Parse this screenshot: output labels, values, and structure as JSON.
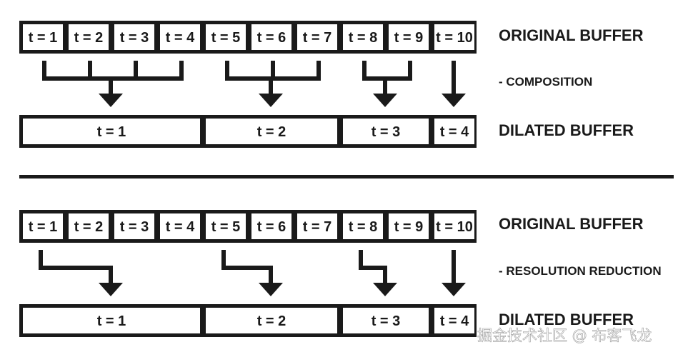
{
  "colors": {
    "ink": "#1a1a1a",
    "background": "#ffffff"
  },
  "panels": [
    {
      "original_label": "ORIGINAL BUFFER",
      "original_cells": [
        "t = 1",
        "t = 2",
        "t = 3",
        "t = 4",
        "t = 5",
        "t = 6",
        "t = 7",
        "t = 8",
        "t = 9",
        "t = 10"
      ],
      "operation_label": "- COMPOSITION",
      "dilated_label": "DILATED BUFFER",
      "dilated_cells": [
        "t = 1",
        "t = 2",
        "t = 3",
        "t = 4"
      ],
      "groups": [
        [
          0,
          1,
          2,
          3
        ],
        [
          4,
          5,
          6
        ],
        [
          7,
          8
        ],
        [
          9
        ]
      ],
      "connector_style": "bracket"
    },
    {
      "original_label": "ORIGINAL BUFFER",
      "original_cells": [
        "t = 1",
        "t = 2",
        "t = 3",
        "t = 4",
        "t = 5",
        "t = 6",
        "t = 7",
        "t = 8",
        "t = 9",
        "t = 10"
      ],
      "operation_label": "- RESOLUTION REDUCTION",
      "dilated_label": "DILATED BUFFER",
      "dilated_cells": [
        "t = 1",
        "t = 2",
        "t = 3",
        "t = 4"
      ],
      "groups": [
        [
          0,
          1,
          2,
          3
        ],
        [
          4,
          5,
          6
        ],
        [
          7,
          8
        ],
        [
          9
        ]
      ],
      "connector_style": "elbow"
    }
  ],
  "watermark": "掘金技术社区 @ 布客飞龙"
}
